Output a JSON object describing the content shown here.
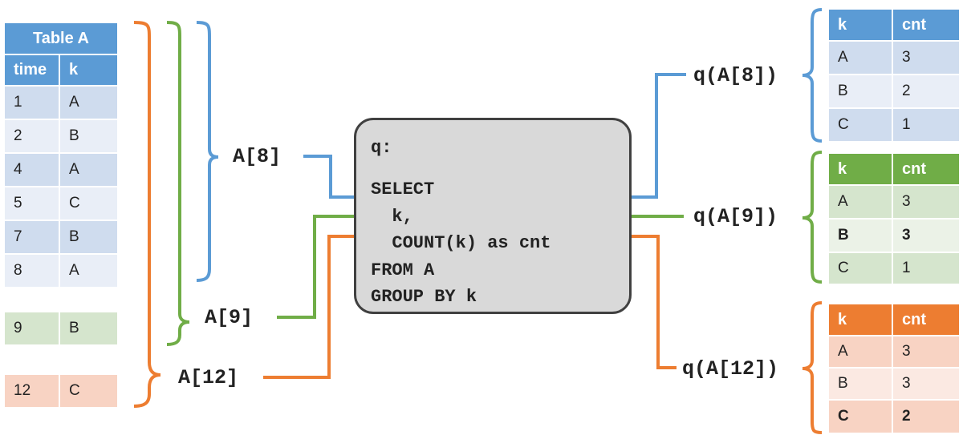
{
  "table_a": {
    "title": "Table A",
    "headers": [
      "time",
      "k"
    ],
    "rows": [
      {
        "time": "1",
        "k": "A"
      },
      {
        "time": "2",
        "k": "B"
      },
      {
        "time": "4",
        "k": "A"
      },
      {
        "time": "5",
        "k": "C"
      },
      {
        "time": "7",
        "k": "B"
      },
      {
        "time": "8",
        "k": "A"
      },
      {
        "time": "9",
        "k": "B"
      },
      {
        "time": "12",
        "k": "C"
      }
    ]
  },
  "windows": {
    "a8": "A[8]",
    "a9": "A[9]",
    "a12": "A[12]"
  },
  "query": {
    "name": "q:",
    "sql": "SELECT\n  k,\n  COUNT(k) as cnt\nFROM A\nGROUP BY k"
  },
  "results": {
    "a8": {
      "label": "q(A[8])",
      "headers": [
        "k",
        "cnt"
      ],
      "rows": [
        {
          "k": "A",
          "cnt": "3"
        },
        {
          "k": "B",
          "cnt": "2"
        },
        {
          "k": "C",
          "cnt": "1"
        }
      ]
    },
    "a9": {
      "label": "q(A[9])",
      "headers": [
        "k",
        "cnt"
      ],
      "rows": [
        {
          "k": "A",
          "cnt": "3"
        },
        {
          "k": "B",
          "cnt": "3"
        },
        {
          "k": "C",
          "cnt": "1"
        }
      ]
    },
    "a12": {
      "label": "q(A[12])",
      "headers": [
        "k",
        "cnt"
      ],
      "rows": [
        {
          "k": "A",
          "cnt": "3"
        },
        {
          "k": "B",
          "cnt": "3"
        },
        {
          "k": "C",
          "cnt": "2"
        }
      ]
    }
  },
  "colors": {
    "blue": "#5b9bd5",
    "green": "#70ad47",
    "orange": "#ed7d31",
    "blue_row_dark": "#cfdcee",
    "blue_row_light": "#e9eef7",
    "green_row_dark": "#d5e5cd",
    "green_row_light": "#ebf2e7",
    "orange_row_dark": "#f8d3c3",
    "orange_row_light": "#fbe9e2"
  }
}
